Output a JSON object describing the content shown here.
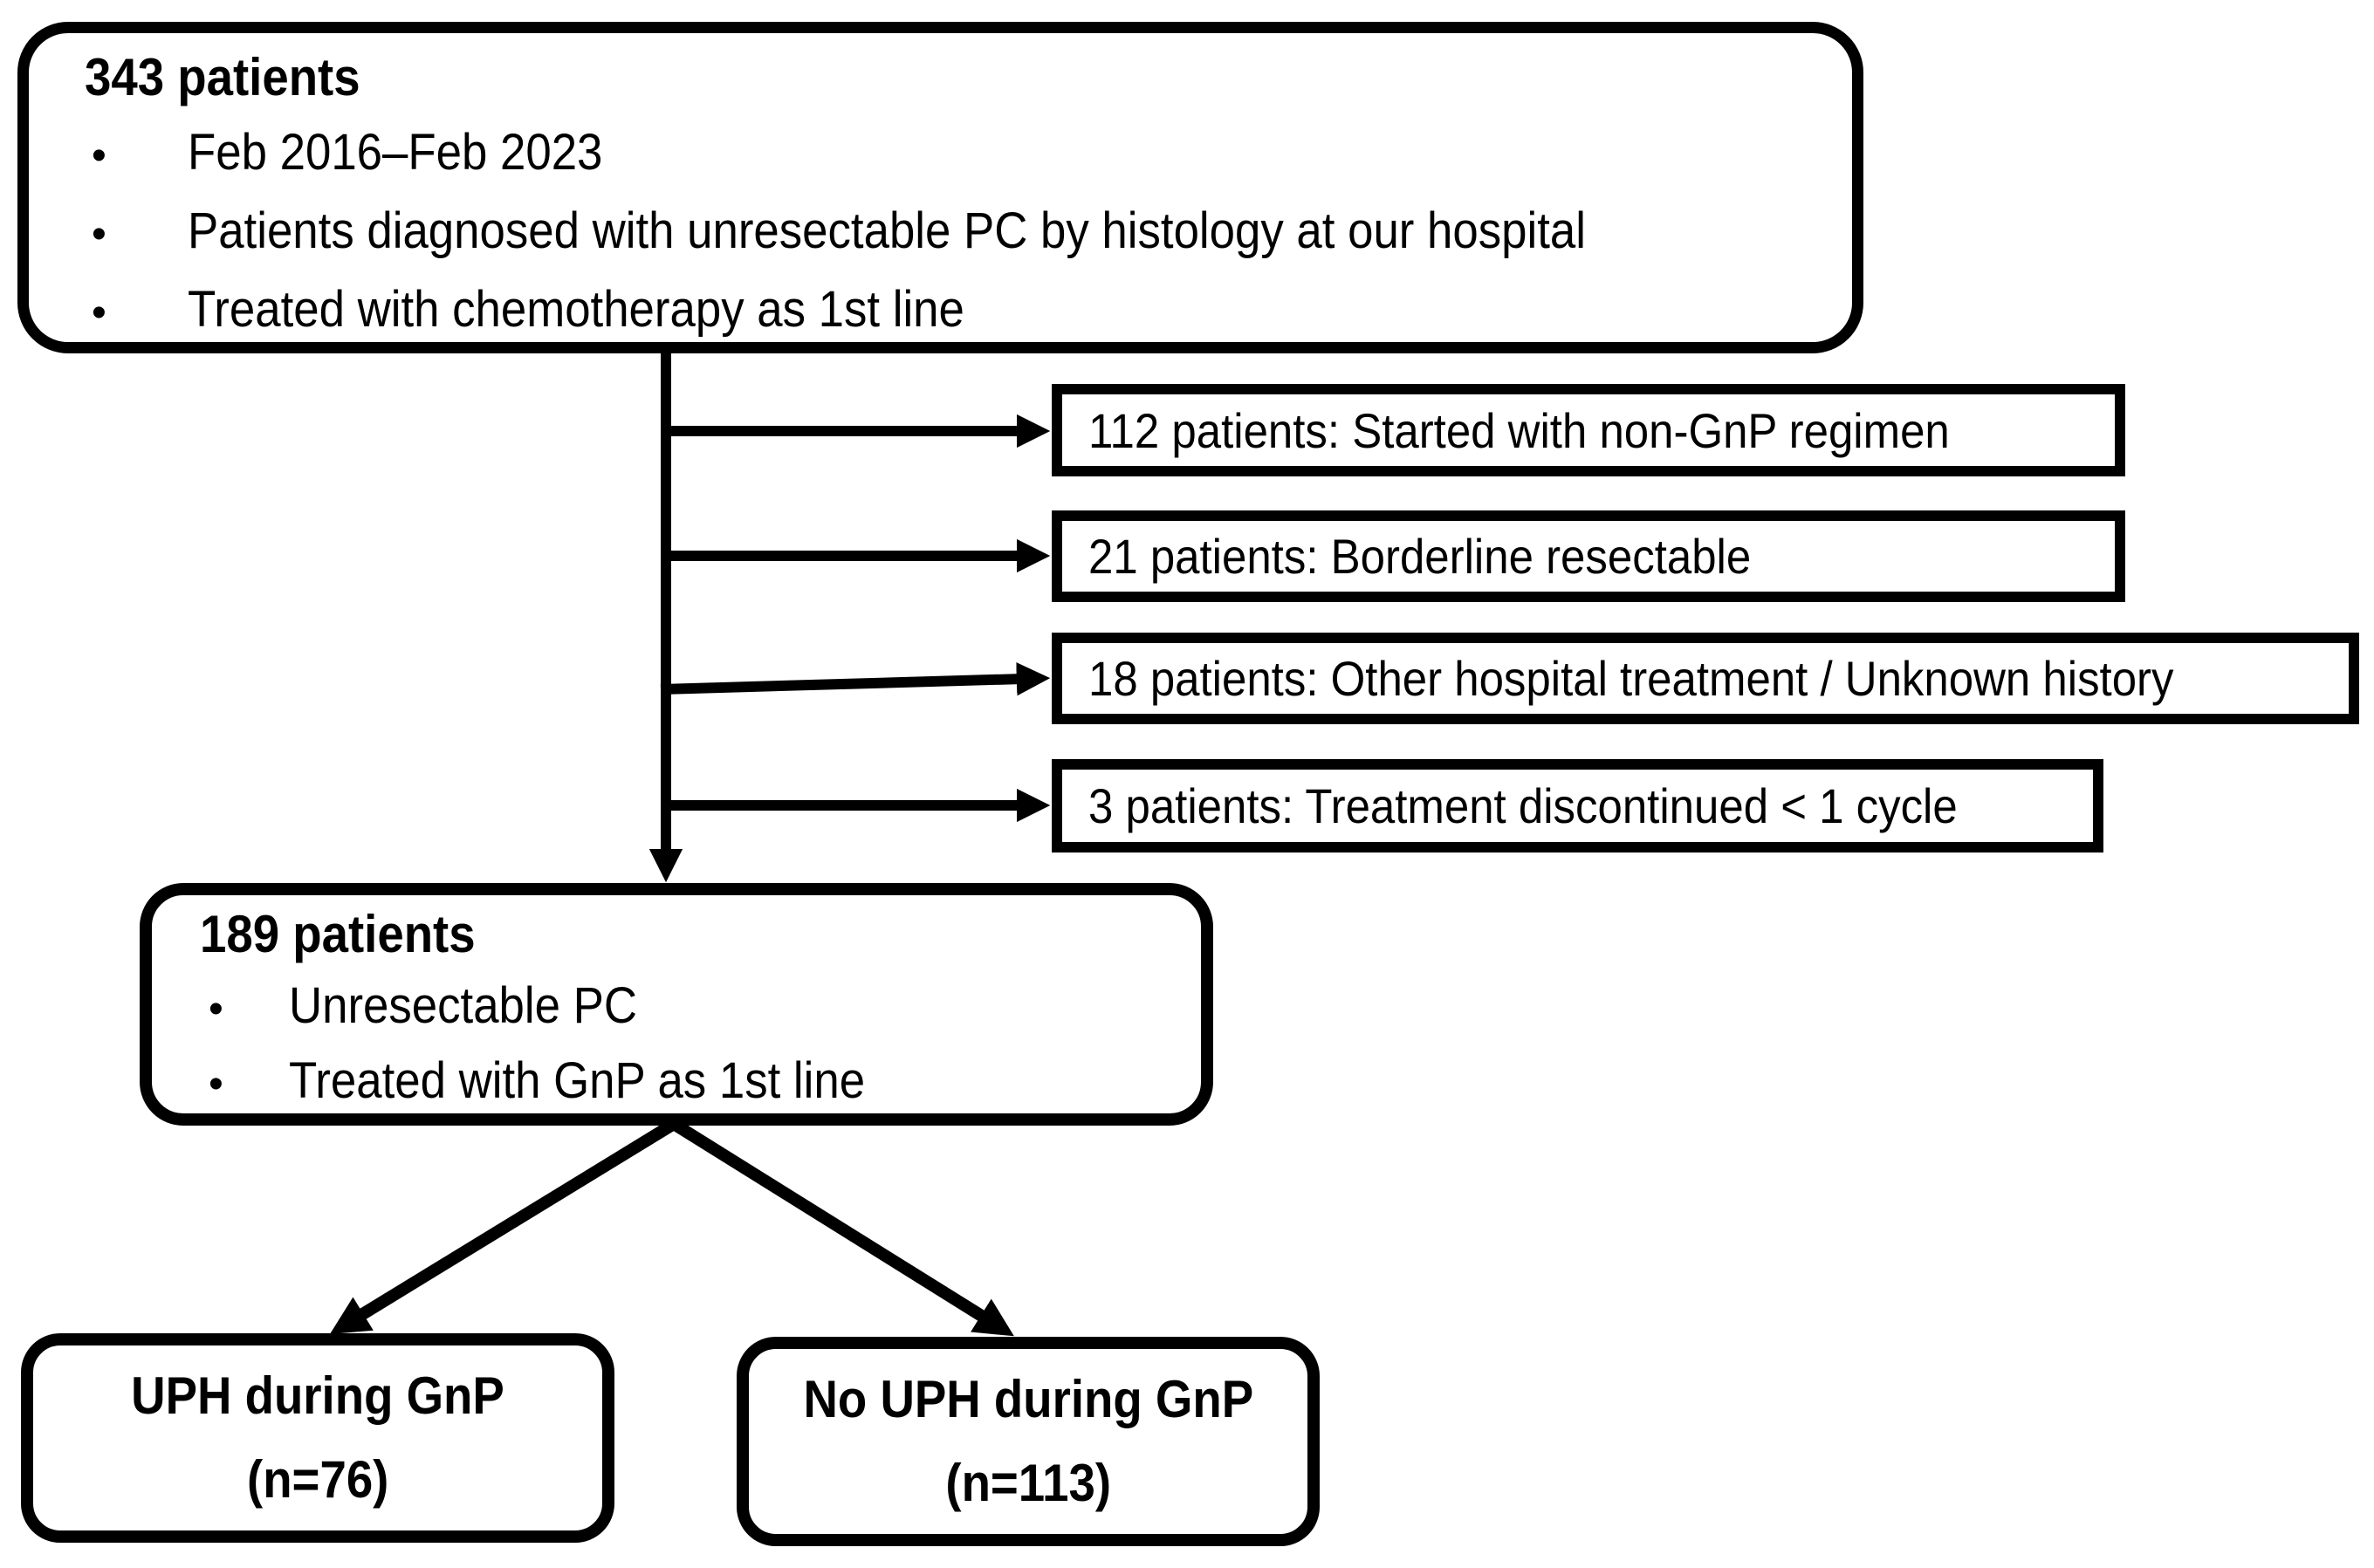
{
  "diagram": {
    "bullet_char": "•",
    "colors": {
      "line": "#000000",
      "box_background": "#ffffff",
      "text": "#000000"
    },
    "top_box": {
      "title": "343 patients",
      "bullets": [
        "Feb 2016–Feb 2023",
        "Patients diagnosed with unresectable PC by histology at our hospital",
        "Treated with chemotherapy as 1st line"
      ]
    },
    "exclusion_boxes": [
      {
        "label": "112 patients: Started with non-GnP regimen"
      },
      {
        "label": "21 patients: Borderline resectable"
      },
      {
        "label": "18 patients: Other hospital treatment / Unknown history"
      },
      {
        "label": "3 patients: Treatment discontinued < 1 cycle"
      }
    ],
    "middle_box": {
      "title": "189 patients",
      "bullets": [
        "Unresectable PC",
        "Treated with GnP as 1st line"
      ]
    },
    "outcome_boxes": [
      {
        "title": "UPH during GnP",
        "n_label": "(n=76)"
      },
      {
        "title": "No UPH during GnP",
        "n_label": "(n=113)"
      }
    ]
  }
}
